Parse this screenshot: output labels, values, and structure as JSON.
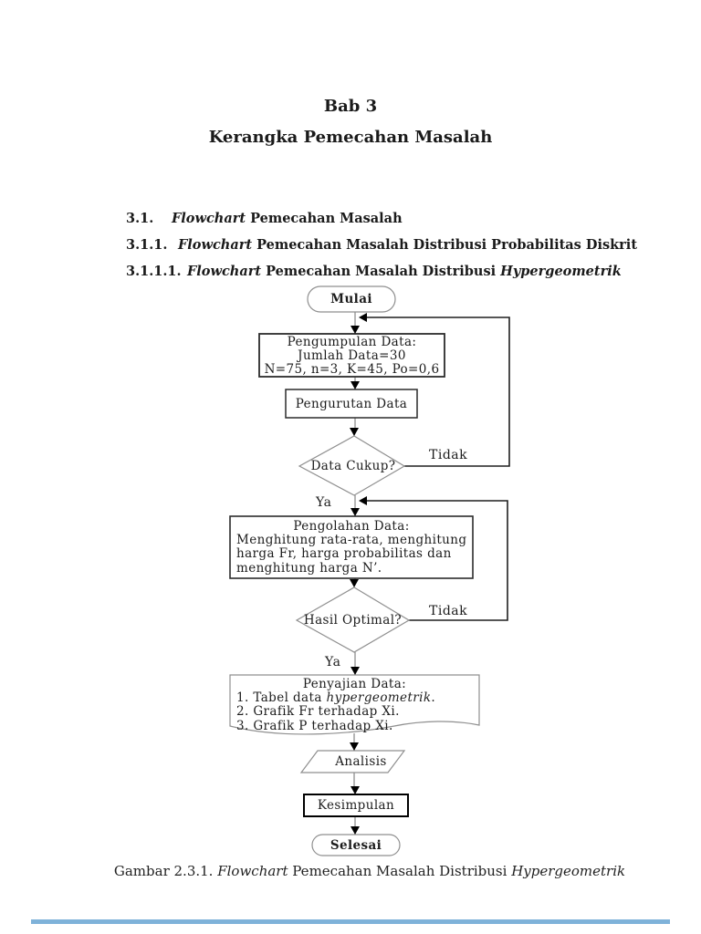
{
  "page_title": {
    "line1": "Bab 3",
    "line2": "Kerangka Pemecahan Masalah"
  },
  "headings": [
    {
      "num": "3.1.",
      "it1": "Flowchart",
      "mid": " Pemecahan Masalah",
      "it2": ""
    },
    {
      "num": "3.1.1.",
      "it1": "Flowchart",
      "mid": " Pemecahan Masalah Distribusi Probabilitas Diskrit",
      "it2": ""
    },
    {
      "num": "3.1.1.1.",
      "it1": "Flowchart",
      "mid": " Pemecahan Masalah Distribusi ",
      "it2": "Hypergeometrik"
    }
  ],
  "flowchart": {
    "start": "Mulai",
    "pengumpulan": {
      "line1": "Pengumpulan Data:",
      "line2": "Jumlah Data=30",
      "line3": "N=75, n=3, K=45, Po=0,6"
    },
    "pengurutan": "Pengurutan Data",
    "decision1": "Data Cukup?",
    "tidak1": "Tidak",
    "ya1": "Ya",
    "pengolahan": {
      "title": "Pengolahan Data:",
      "body1": "Menghitung rata-rata, menghitung",
      "body2": "harga Fr, harga probabilitas dan",
      "body3": "menghitung harga N’."
    },
    "decision2": "Hasil Optimal?",
    "tidak2": "Tidak",
    "ya2": "Ya",
    "penyajian": {
      "title": "Penyajian Data:",
      "item1_pre": "1. Tabel data ",
      "item1_it": "hypergeometrik",
      "item1_post": ".",
      "item2": "2. Grafik Fr terhadap Xi.",
      "item3": "3. Grafik P terhadap Xi."
    },
    "analisis": "Analisis",
    "kesimpulan": "Kesimpulan",
    "end": "Selesai"
  },
  "caption": {
    "pre": "Gambar 2.3.1. ",
    "it1": "Flowchart",
    "mid": " Pemecahan Masalah Distribusi ",
    "it2": "Hypergeometrik"
  },
  "colors": {
    "text": "#1a1a1a",
    "flow_line": "#8e8e8e",
    "loop_line": "#1f1f1f",
    "box_border": "#2b2b2b",
    "shape_border": "#8f8f8f",
    "arrowhead": "#000000",
    "page_divider": "#7fb2d9"
  }
}
